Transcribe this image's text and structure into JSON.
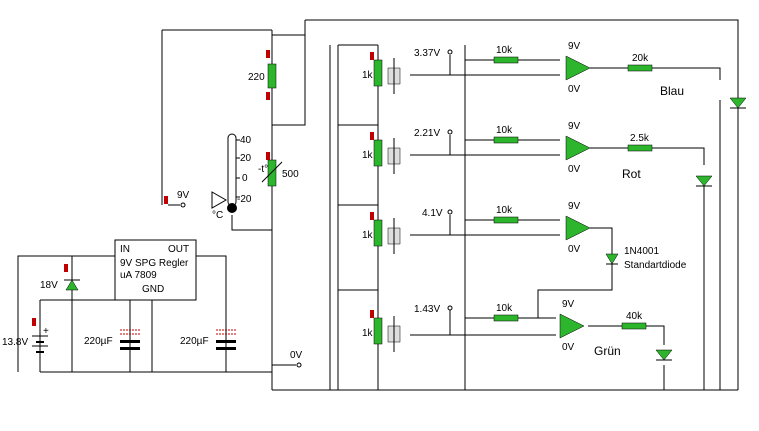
{
  "colors": {
    "wire": "#000000",
    "component_fill": "#2db52d",
    "pin_marker": "#c00000",
    "background": "#ffffff"
  },
  "supply": {
    "battery_voltage": "13.8V",
    "zener_voltage": "18V",
    "cap_left": "220µF",
    "cap_right": "220µF",
    "node_9v": "9V",
    "node_0v": "0V"
  },
  "regulator": {
    "pin_in": "IN",
    "pin_out": "OUT",
    "line1": "9V SPG Regler",
    "line2": "uA 7809",
    "pin_gnd": "GND"
  },
  "sensor": {
    "resistor_top": "220",
    "ntc": "500",
    "ntc_symbol": "-t°",
    "scale": [
      "40",
      "20",
      "0",
      "-20"
    ],
    "unit": "°C"
  },
  "channels": [
    {
      "pot": "1k",
      "ref_voltage": "3.37V",
      "input_resistor": "10k",
      "supply": "9V",
      "ground": "0V",
      "output_resistor": "20k",
      "led_label": "Blau",
      "diode": ""
    },
    {
      "pot": "1k",
      "ref_voltage": "2.21V",
      "input_resistor": "10k",
      "supply": "9V",
      "ground": "0V",
      "output_resistor": "2.5k",
      "led_label": "Rot",
      "diode": ""
    },
    {
      "pot": "1k",
      "ref_voltage": "4.1V",
      "input_resistor": "10k",
      "supply": "9V",
      "ground": "0V",
      "output_resistor": "",
      "led_label": "",
      "diode": "1N4001",
      "diode_sub": "Standartdiode"
    },
    {
      "pot": "1k",
      "ref_voltage": "1.43V",
      "input_resistor": "10k",
      "supply": "9V",
      "ground": "0V",
      "output_resistor": "40k",
      "led_label": "Grün",
      "diode": ""
    }
  ]
}
